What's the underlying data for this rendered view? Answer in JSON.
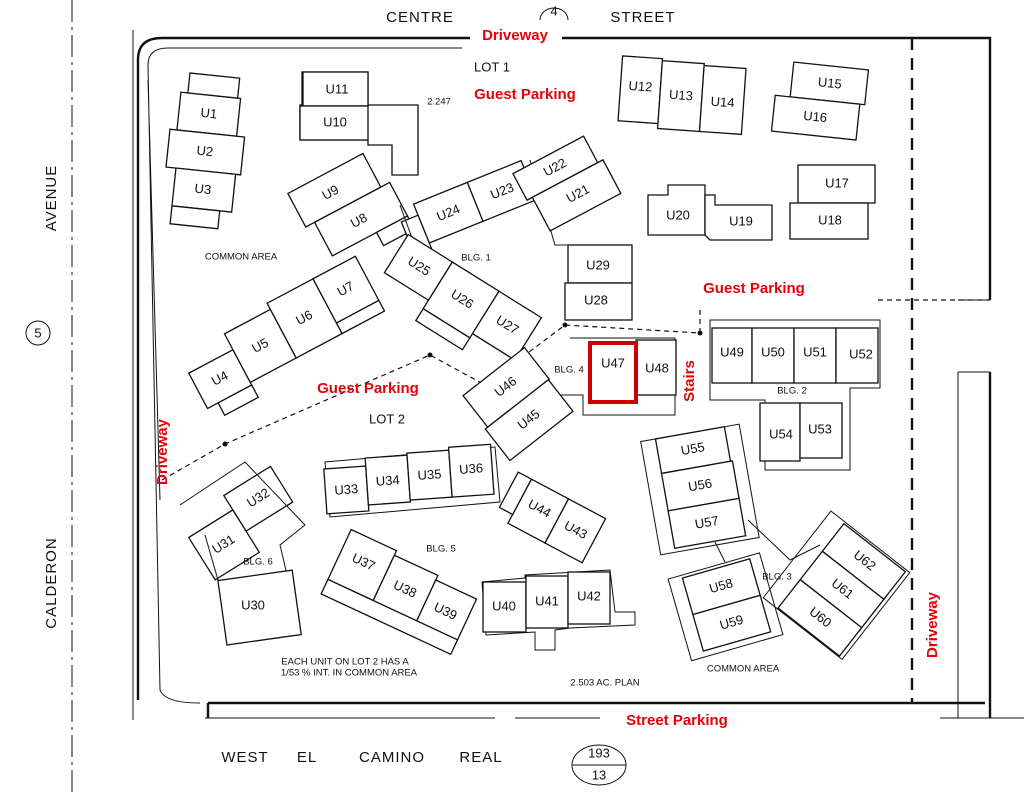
{
  "colors": {
    "highlight": "#cc0000",
    "annotation": "#e8000a",
    "ink": "#111111"
  },
  "streets": {
    "north_left": "CENTRE",
    "north_right": "STREET",
    "north_route": "4",
    "west_top": "AVENUE",
    "west_bottom": "CALDERON",
    "west_route": "5",
    "south_1": "WEST",
    "south_2": "EL",
    "south_3": "CAMINO",
    "south_4": "REAL",
    "south_route_top": "193",
    "south_route_bottom": "13"
  },
  "annotations": {
    "driveway_top": "Driveway",
    "driveway_left": "Driveway",
    "driveway_right": "Driveway",
    "guest_parking_1": "Guest Parking",
    "guest_parking_2": "Guest Parking",
    "guest_parking_3": "Guest Parking",
    "stairs": "Stairs",
    "street_parking": "Street Parking"
  },
  "labels": {
    "lot1": "LOT 1",
    "lot2": "LOT 2",
    "acreage": "2.247",
    "plan": "2.503 AC. PLAN",
    "common_area_1": "COMMON AREA",
    "common_area_2": "COMMON AREA",
    "bldg1": "BLG. 1",
    "bldg2": "BLG. 2",
    "bldg3": "BLG. 3",
    "bldg4": "BLG. 4",
    "bldg5": "BLG. 5",
    "bldg6": "BLG. 6",
    "note_line1": "EACH UNIT ON LOT 2 HAS A",
    "note_line2": "1/53 % INT. IN COMMON AREA"
  },
  "highlighted_unit": "U47",
  "units": {
    "u1": "U1",
    "u2": "U2",
    "u3": "U3",
    "u4": "U4",
    "u5": "U5",
    "u6": "U6",
    "u7": "U7",
    "u8": "U8",
    "u9": "U9",
    "u10": "U10",
    "u11": "U11",
    "u12": "U12",
    "u13": "U13",
    "u14": "U14",
    "u15": "U15",
    "u16": "U16",
    "u17": "U17",
    "u18": "U18",
    "u19": "U19",
    "u20": "U20",
    "u21": "U21",
    "u22": "U22",
    "u23": "U23",
    "u24": "U24",
    "u25": "U25",
    "u26": "U26",
    "u27": "U27",
    "u28": "U28",
    "u29": "U29",
    "u30": "U30",
    "u31": "U31",
    "u32": "U32",
    "u33": "U33",
    "u34": "U34",
    "u35": "U35",
    "u36": "U36",
    "u37": "U37",
    "u38": "U38",
    "u39": "U39",
    "u40": "U40",
    "u41": "U41",
    "u42": "U42",
    "u43": "U43",
    "u44": "U44",
    "u45": "U45",
    "u46": "U46",
    "u47": "U47",
    "u48": "U48",
    "u49": "U49",
    "u50": "U50",
    "u51": "U51",
    "u52": "U52",
    "u53": "U53",
    "u54": "U54",
    "u55": "U55",
    "u56": "U56",
    "u57": "U57",
    "u58": "U58",
    "u59": "U59",
    "u60": "U60",
    "u61": "U61",
    "u62": "U62"
  }
}
